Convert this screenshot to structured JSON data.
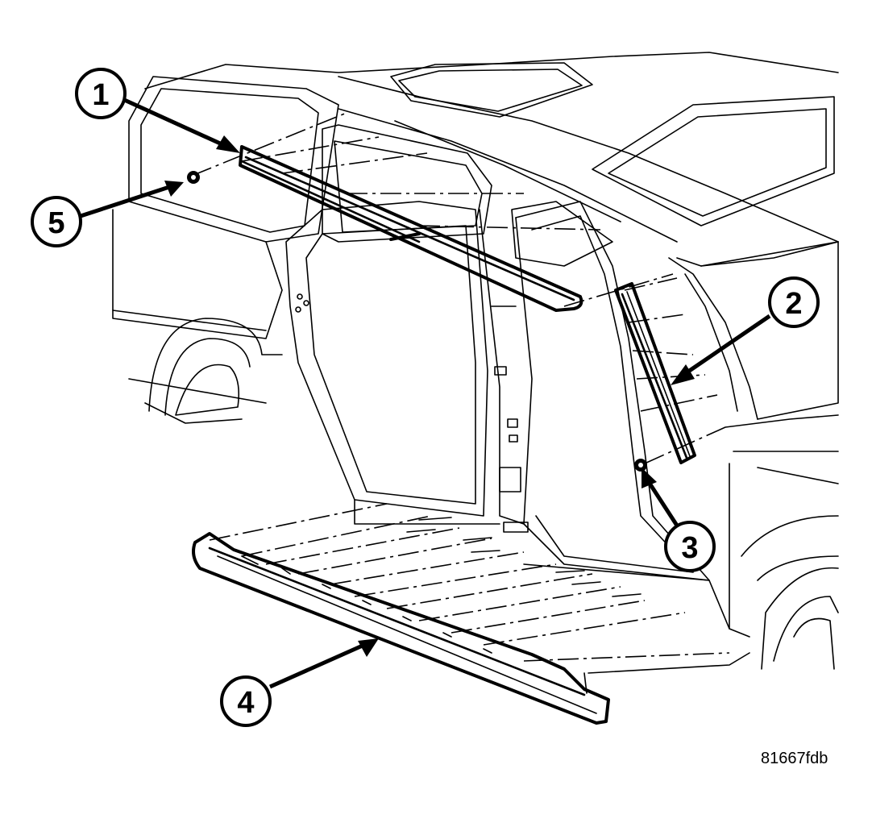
{
  "callouts": [
    {
      "id": "1",
      "label": "1"
    },
    {
      "id": "2",
      "label": "2"
    },
    {
      "id": "3",
      "label": "3"
    },
    {
      "id": "4",
      "label": "4"
    },
    {
      "id": "5",
      "label": "5"
    }
  ],
  "figure": {
    "reference_code": "81667fdb"
  }
}
